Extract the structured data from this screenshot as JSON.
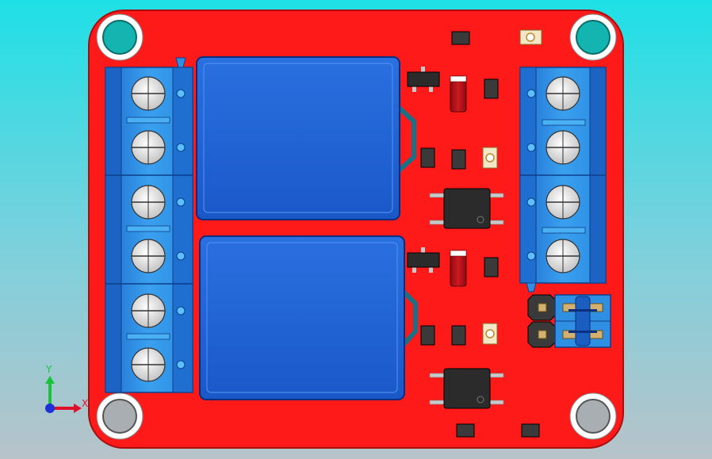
{
  "window": {
    "title": ""
  },
  "colors": {
    "viewport_top": "#1ee0e6",
    "viewport_bottom": "#b7c3c9",
    "pcb": "#ff1a1a",
    "pcb_edge": "#b81010",
    "relay_blue": "#1f63d8",
    "terminal_blue": "#2e8fe3",
    "ic_black": "#2b2b2b",
    "pad_silver": "#c8c8c8",
    "axis_x": "#e0102a",
    "axis_y": "#19c43a",
    "axis_origin": "#1a32d8"
  },
  "axes": {
    "x_label": "X",
    "y_label": "Y"
  },
  "components": {
    "mounting_holes": 4,
    "relays": 2,
    "terminal_blocks_left_screws": 6,
    "terminal_blocks_right_screws": 4,
    "optocouplers": 2,
    "transistors": 2,
    "diodes": 2,
    "leds": 3,
    "jumpers": 2
  }
}
